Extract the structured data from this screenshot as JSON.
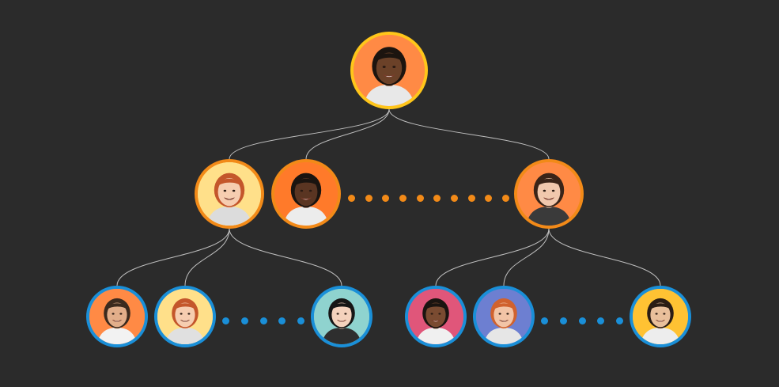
{
  "diagram": {
    "type": "org-tree",
    "levels": [
      {
        "level": 1,
        "count": 1
      },
      {
        "level": 2,
        "count": 3,
        "has_ellipsis": true
      },
      {
        "level": 3,
        "count": 6,
        "groups": 2,
        "has_ellipsis": true
      }
    ]
  },
  "colors": {
    "background": "#2b2b2b",
    "connector": "#bfbfbf",
    "root_border": "#ffc61a",
    "level2_border": "#f28a18",
    "level3_border": "#1a8fd8",
    "level2_dots": "#f28a18",
    "level3_dots": "#1a8fd8"
  },
  "people": [
    {
      "id": "root",
      "icon": "person-avatar-icon",
      "bg": "#ff8a45",
      "skin": "#6b4128",
      "hair": "#1c140f",
      "shirt": "#e8e8e8"
    },
    {
      "id": "l2a",
      "icon": "person-avatar-icon",
      "bg": "#ffe08a",
      "skin": "#f6cdb0",
      "hair": "#c4562b",
      "shirt": "#dcdcdc"
    },
    {
      "id": "l2b",
      "icon": "person-avatar-icon",
      "bg": "#ff7a2a",
      "skin": "#5a3522",
      "hair": "#1a1410",
      "shirt": "#ececec"
    },
    {
      "id": "l2c",
      "icon": "person-avatar-icon",
      "bg": "#ff8a45",
      "skin": "#f1c8ad",
      "hair": "#3a2418",
      "shirt": "#3a3a3a"
    },
    {
      "id": "l3a",
      "icon": "person-avatar-icon",
      "bg": "#ff8a45",
      "skin": "#e2ae8a",
      "hair": "#3b2a1e",
      "shirt": "#f2f2f2"
    },
    {
      "id": "l3b",
      "icon": "person-avatar-icon",
      "bg": "#ffe08a",
      "skin": "#f6cdb0",
      "hair": "#c4562b",
      "shirt": "#e0e0e0"
    },
    {
      "id": "l3c",
      "icon": "person-avatar-icon",
      "bg": "#8fd3cf",
      "skin": "#f4d2bd",
      "hair": "#161616",
      "shirt": "#2e2e2e"
    },
    {
      "id": "l3d",
      "icon": "person-avatar-icon",
      "bg": "#e0567a",
      "skin": "#7a4b31",
      "hair": "#1a1410",
      "shirt": "#f0f0f0"
    },
    {
      "id": "l3e",
      "icon": "person-avatar-icon",
      "bg": "#6d7fd1",
      "skin": "#f2c4a6",
      "hair": "#d0622e",
      "shirt": "#e6e6e6"
    },
    {
      "id": "l3f",
      "icon": "person-avatar-icon",
      "bg": "#ffc233",
      "skin": "#e9bf9b",
      "hair": "#2a1c14",
      "shirt": "#ededed"
    }
  ]
}
